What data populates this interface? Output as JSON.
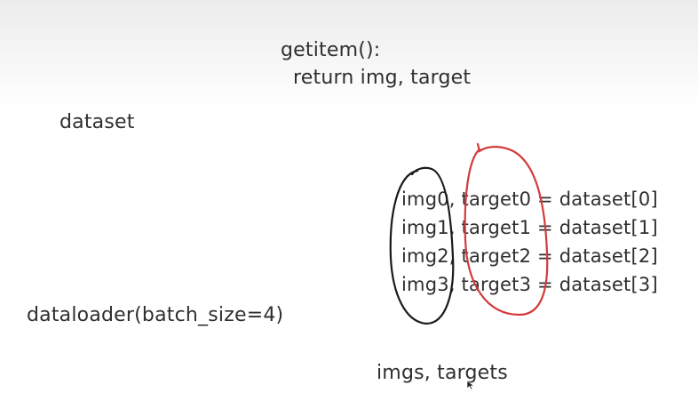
{
  "getitem": {
    "line1": "getitem():",
    "line2": "return img, target"
  },
  "dataset_label": "dataset",
  "assignments": [
    "img0, target0 = dataset[0]",
    "img1, target1 = dataset[1]",
    "img2, target2 = dataset[2]",
    "img3, target3 = dataset[3]"
  ],
  "dataloader_label": "dataloader(batch_size=4)",
  "result_label": "imgs, targets",
  "colors": {
    "ink": "#2f2f2f",
    "black_oval": "#1a1a1a",
    "red_oval": "#d23a3a"
  },
  "icons": {
    "cursor": "mouse-pointer-icon"
  }
}
